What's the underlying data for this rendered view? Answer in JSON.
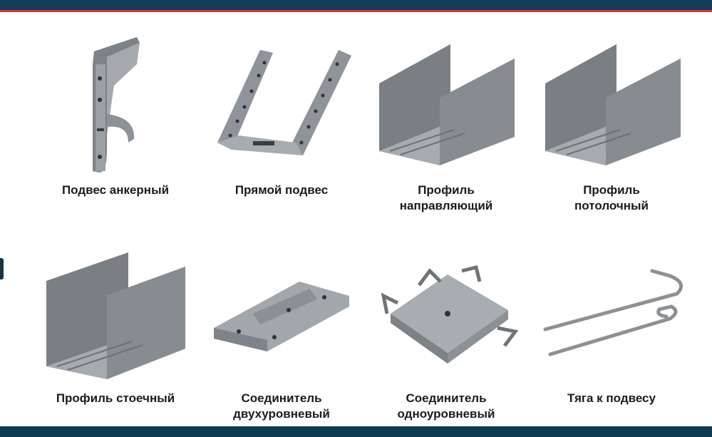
{
  "items": [
    {
      "label_line1": "Подвес анкерный",
      "label_line2": ""
    },
    {
      "label_line1": "Прямой подвес",
      "label_line2": ""
    },
    {
      "label_line1": "Профиль",
      "label_line2": "направляющий"
    },
    {
      "label_line1": "Профиль",
      "label_line2": "потолочный"
    },
    {
      "label_line1": "Профиль стоечный",
      "label_line2": ""
    },
    {
      "label_line1": "Соединитель",
      "label_line2": "двухуровневый"
    },
    {
      "label_line1": "Соединитель",
      "label_line2": "одноуровневый"
    },
    {
      "label_line1": "Тяга к подвесу",
      "label_line2": ""
    }
  ],
  "colors": {
    "header_bar": "#123c5a",
    "header_accent": "#d23a2a",
    "footer_bar": "#0e3a52",
    "metal": "#8a8f94"
  }
}
